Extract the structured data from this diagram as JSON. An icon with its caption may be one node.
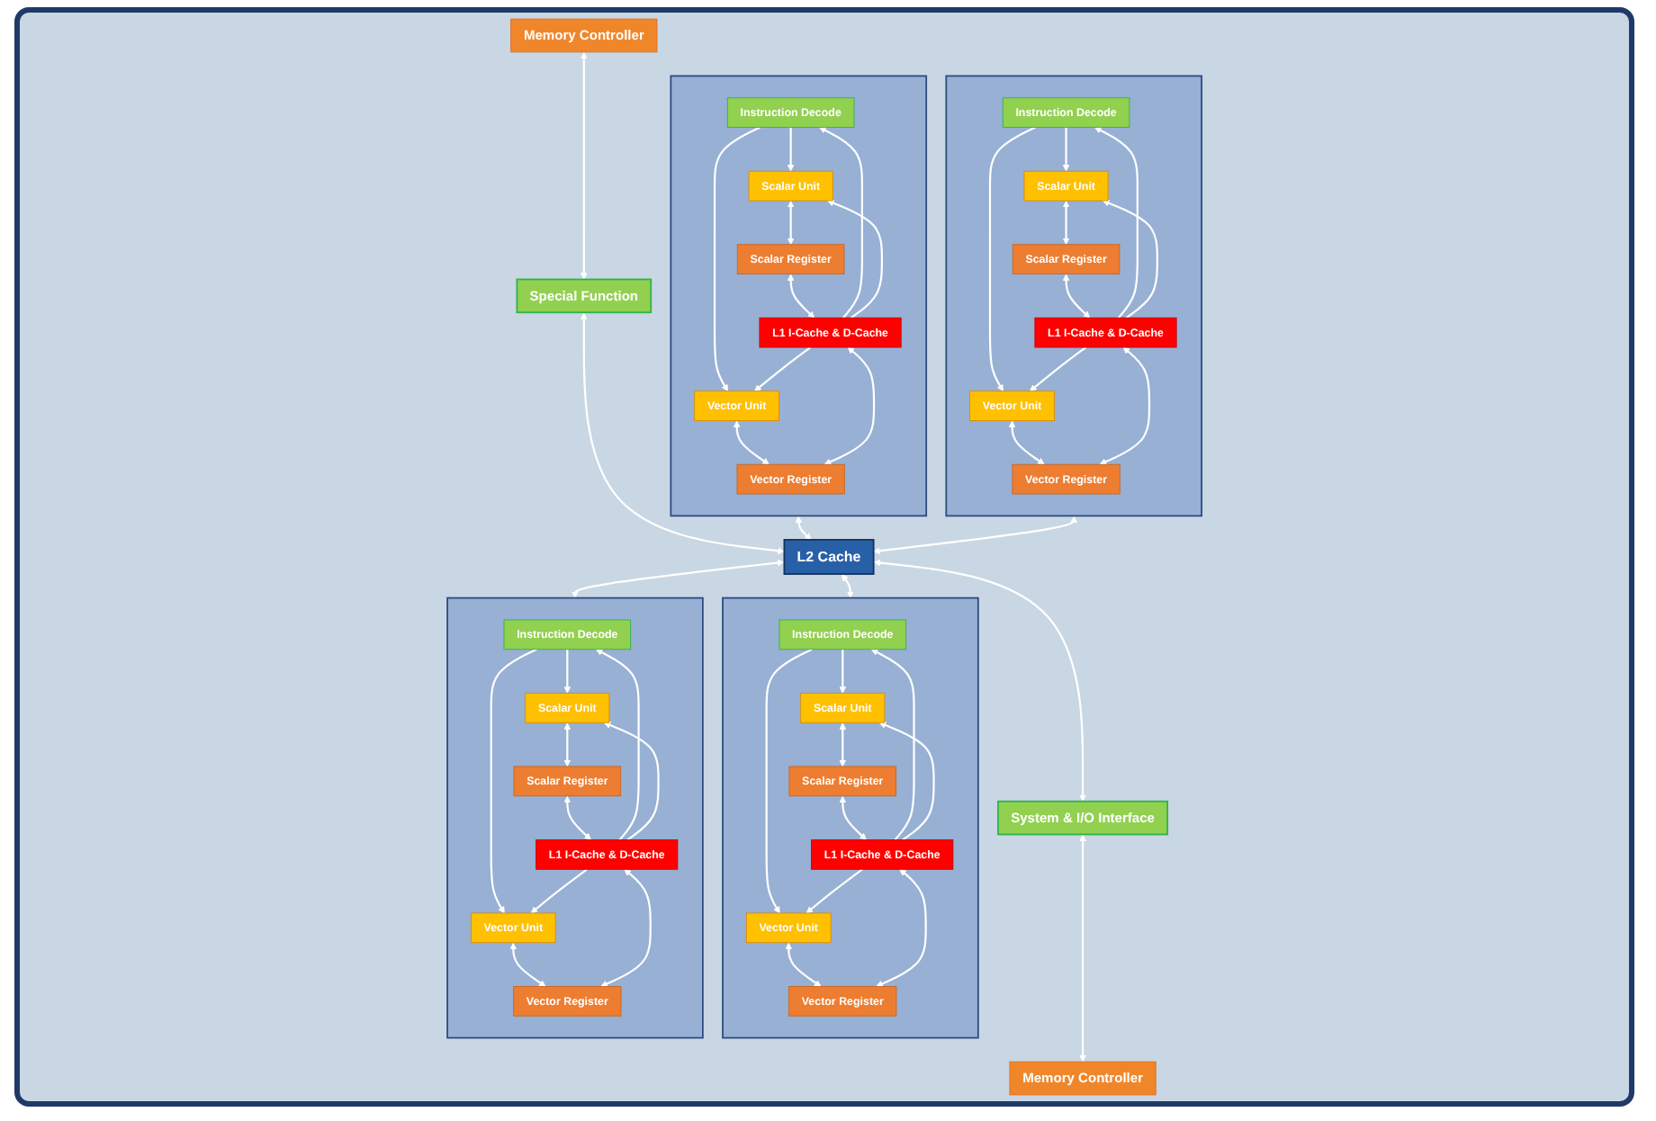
{
  "diagram": {
    "nodes": [
      {
        "text": [
          "Memory Controller"
        ]
      },
      {
        "text": [
          "Special Function"
        ]
      },
      {
        "text": [],
        "shape": "box"
      },
      {
        "text": [
          "Instruction Decode"
        ],
        "in": 2
      },
      {
        "text": [
          "Scalar Unit"
        ],
        "in": 2
      },
      {
        "text": [
          "Vector Unit"
        ],
        "in": 2
      },
      {
        "text": [
          "Scalar Register"
        ],
        "in": 2
      },
      {
        "text": [
          "Vector Register"
        ],
        "in": 2
      },
      {
        "text": [
          "L1 I-Cache & D-Cache"
        ],
        "in": 2
      },
      {
        "text": [],
        "shape": "box"
      },
      {
        "text": [
          "Instruction Decode"
        ],
        "in": 9
      },
      {
        "text": [
          "Scalar Unit"
        ],
        "in": 9
      },
      {
        "text": [
          "Vector Unit"
        ],
        "in": 9
      },
      {
        "text": [
          "Scalar Register"
        ],
        "in": 9
      },
      {
        "text": [
          "Vector Register"
        ],
        "in": 9
      },
      {
        "text": [
          "L1 I-Cache & D-Cache"
        ],
        "in": 9
      },
      {
        "text": [
          "L2 Cache"
        ]
      },
      {
        "text": [],
        "shape": "box"
      },
      {
        "text": [
          "Instruction Decode"
        ],
        "in": 17
      },
      {
        "text": [
          "Scalar Unit"
        ],
        "in": 17
      },
      {
        "text": [
          "Vector Unit"
        ],
        "in": 17
      },
      {
        "text": [
          "Scalar Register"
        ],
        "in": 17
      },
      {
        "text": [
          "Vector Register"
        ],
        "in": 17
      },
      {
        "text": [
          "L1 I-Cache & D-Cache"
        ],
        "in": 17
      },
      {
        "text": [],
        "shape": "box"
      },
      {
        "text": [
          "Instruction Decode"
        ],
        "in": 24
      },
      {
        "text": [
          "Scalar Unit"
        ],
        "in": 24
      },
      {
        "text": [
          "Vector Unit"
        ],
        "in": 24
      },
      {
        "text": [
          "Scalar Register"
        ],
        "in": 24
      },
      {
        "text": [
          "Vector Register"
        ],
        "in": 24
      },
      {
        "text": [
          "L1 I-Cache & D-Cache"
        ],
        "in": 24
      },
      {
        "text": [
          "System & I/O Interface"
        ]
      },
      {
        "text": [
          "Memory Controller"
        ]
      }
    ],
    "edges": [
      {
        "from": 0,
        "to": 1,
        "arrow": "both"
      },
      {
        "from": 1,
        "to": 16,
        "arrow": "both"
      },
      {
        "from": 16,
        "to": 31,
        "arrow": "both"
      },
      {
        "from": 31,
        "to": 32,
        "arrow": "both"
      },
      {
        "from": 2,
        "to": 16,
        "arrow": "both"
      },
      {
        "from": 9,
        "to": 16,
        "arrow": "both"
      },
      {
        "from": 16,
        "to": 17,
        "arrow": "both"
      },
      {
        "from": 16,
        "to": 24,
        "arrow": "both"
      },
      {
        "from": 3,
        "to": 4,
        "arrow": "to"
      },
      {
        "from": 3,
        "to": 5,
        "arrow": "to"
      },
      {
        "from": 4,
        "to": 6,
        "arrow": "both"
      },
      {
        "from": 5,
        "to": 7,
        "arrow": "both"
      },
      {
        "from": 6,
        "to": 8,
        "arrow": "both"
      },
      {
        "from": 7,
        "to": 8,
        "arrow": "both"
      },
      {
        "from": 8,
        "to": 3,
        "arrow": "to"
      },
      {
        "from": 8,
        "to": 4,
        "arrow": "to"
      },
      {
        "from": 8,
        "to": 5,
        "arrow": "to"
      },
      {
        "from": 10,
        "to": 11,
        "arrow": "to"
      },
      {
        "from": 10,
        "to": 12,
        "arrow": "to"
      },
      {
        "from": 11,
        "to": 13,
        "arrow": "both"
      },
      {
        "from": 12,
        "to": 14,
        "arrow": "both"
      },
      {
        "from": 13,
        "to": 15,
        "arrow": "both"
      },
      {
        "from": 14,
        "to": 15,
        "arrow": "both"
      },
      {
        "from": 15,
        "to": 10,
        "arrow": "to"
      },
      {
        "from": 15,
        "to": 11,
        "arrow": "to"
      },
      {
        "from": 15,
        "to": 12,
        "arrow": "to"
      },
      {
        "from": 18,
        "to": 19,
        "arrow": "to"
      },
      {
        "from": 18,
        "to": 20,
        "arrow": "to"
      },
      {
        "from": 19,
        "to": 21,
        "arrow": "both"
      },
      {
        "from": 20,
        "to": 22,
        "arrow": "both"
      },
      {
        "from": 21,
        "to": 23,
        "arrow": "both"
      },
      {
        "from": 22,
        "to": 23,
        "arrow": "both"
      },
      {
        "from": 23,
        "to": 18,
        "arrow": "to"
      },
      {
        "from": 23,
        "to": 19,
        "arrow": "to"
      },
      {
        "from": 23,
        "to": 20,
        "arrow": "to"
      },
      {
        "from": 25,
        "to": 26,
        "arrow": "to"
      },
      {
        "from": 25,
        "to": 27,
        "arrow": "to"
      },
      {
        "from": 26,
        "to": 28,
        "arrow": "both"
      },
      {
        "from": 27,
        "to": 29,
        "arrow": "both"
      },
      {
        "from": 28,
        "to": 30,
        "arrow": "both"
      },
      {
        "from": 29,
        "to": 30,
        "arrow": "both"
      },
      {
        "from": 30,
        "to": 25,
        "arrow": "to"
      },
      {
        "from": 30,
        "to": 26,
        "arrow": "to"
      },
      {
        "from": 30,
        "to": 27,
        "arrow": "to"
      }
    ]
  }
}
